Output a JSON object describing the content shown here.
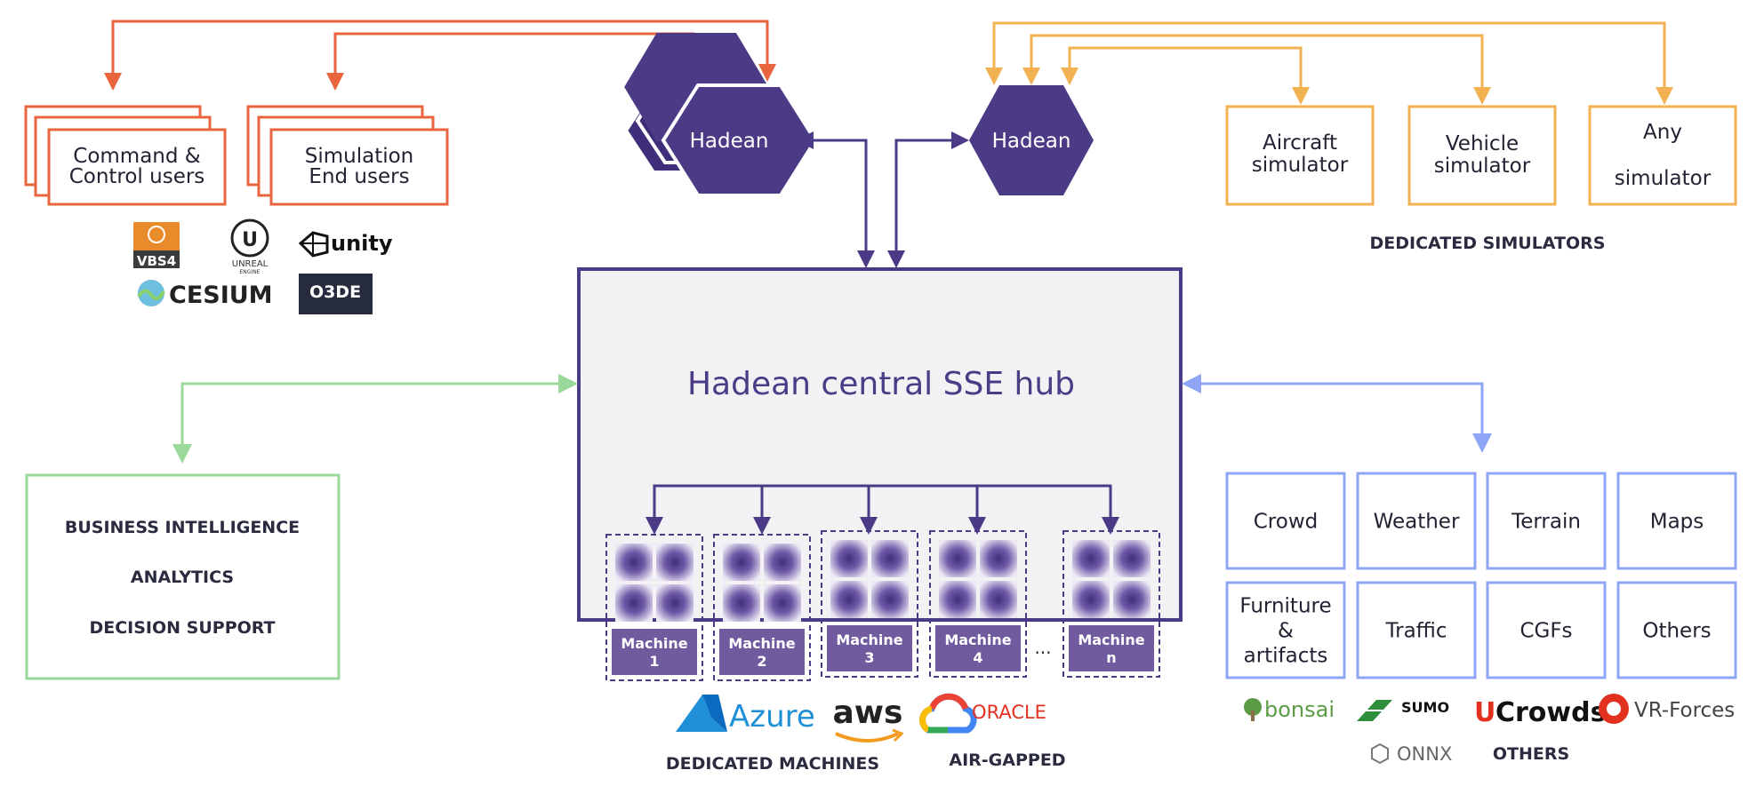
{
  "colors": {
    "orange": "#e8653e",
    "amber": "#f2b251",
    "purple": "#4b3a86",
    "purple_dark": "#3f2f7a",
    "green": "#9ad89c",
    "blue": "#8fa5f5",
    "hub_fill": "#f2f2f4",
    "machine_fill": "#6f5b9e"
  },
  "users": {
    "command_control": "Command & Control users",
    "command_control_line1": "Command &",
    "command_control_line2": "Control users",
    "sim_end_line1": "Simulation",
    "sim_end_line2": "End users"
  },
  "engines": {
    "vbs": "VBS4",
    "unreal_line1": "UNREAL",
    "unreal_line2": "ENGINE",
    "unity": "unity",
    "cesium": "CESIUM",
    "o3de": "O3DE"
  },
  "hadean_left": "Hadean",
  "hadean_right": "Hadean",
  "simulators": {
    "aircraft_line1": "Aircraft",
    "aircraft_line2": "simulator",
    "vehicle_line1": "Vehicle",
    "vehicle_line2": "simulator",
    "any_line1": "Any",
    "any_line2": "simulator",
    "caption": "DEDICATED SIMULATORS"
  },
  "hub": {
    "title": "Hadean central SSE hub"
  },
  "bi": {
    "line1": "BUSINESS INTELLIGENCE",
    "line2": "ANALYTICS",
    "line3": "DECISION SUPPORT"
  },
  "machines": [
    {
      "line1": "Machine",
      "line2": "1"
    },
    {
      "line1": "Machine",
      "line2": "2"
    },
    {
      "line1": "Machine",
      "line2": "3"
    },
    {
      "line1": "Machine",
      "line2": "4"
    },
    {
      "line1": "Machine",
      "line2": "n"
    }
  ],
  "ellipsis": "...",
  "cloud": {
    "azure": "Azure",
    "aws": "aws",
    "oracle": "ORACLE",
    "dedicated_caption": "DEDICATED MACHINES",
    "airgapped_caption": "AIR-GAPPED"
  },
  "modules": [
    {
      "lines": [
        "Crowd"
      ]
    },
    {
      "lines": [
        "Weather"
      ]
    },
    {
      "lines": [
        "Terrain"
      ]
    },
    {
      "lines": [
        "Maps"
      ]
    },
    {
      "lines": [
        "Furniture",
        "&",
        "artifacts"
      ]
    },
    {
      "lines": [
        "Traffic"
      ]
    },
    {
      "lines": [
        "CGFs"
      ]
    },
    {
      "lines": [
        "Others"
      ]
    }
  ],
  "others_logos": {
    "bonsai": "bonsai",
    "sumo": "SUMO",
    "ucrowds_u": "U",
    "ucrowds_rest": "Crowds",
    "vrforces": "VR-Forces",
    "onnx": "ONNX",
    "caption": "OTHERS"
  }
}
